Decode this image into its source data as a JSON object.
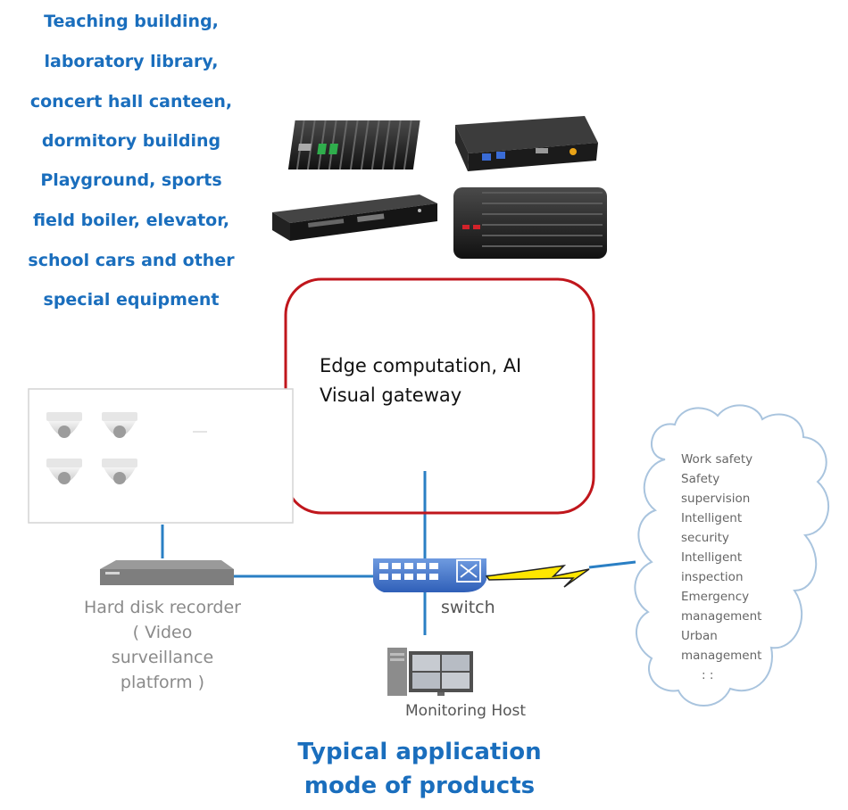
{
  "locations": {
    "lines": [
      "Teaching building,",
      "laboratory library,",
      "concert hall canteen,",
      "dormitory building",
      "Playground, sports",
      "field boiler, elevator,",
      "school cars and other",
      "special equipment"
    ]
  },
  "gateway": {
    "lines": [
      "Edge computation, AI",
      "Visual gateway"
    ]
  },
  "recorder": {
    "lines": [
      "Hard disk recorder",
      "( Video",
      "surveillance",
      "platform )"
    ]
  },
  "switch": {
    "label": "switch"
  },
  "monitor": {
    "label": "Monitoring Host"
  },
  "cloud": {
    "lines": [
      "Work safety",
      "Safety",
      "supervision",
      "Intelligent",
      "security",
      "Intelligent",
      "inspection",
      "Emergency",
      "management",
      "Urban",
      "management",
      ": :"
    ]
  },
  "caption": {
    "lines": [
      "Typical application",
      "mode of products"
    ]
  },
  "colors": {
    "accent_blue": "#1a6ebd",
    "gateway_border": "#c0161c",
    "connector": "#2a7fc4",
    "lightning": "#ffe600",
    "cloud_border": "#a9c4de"
  }
}
